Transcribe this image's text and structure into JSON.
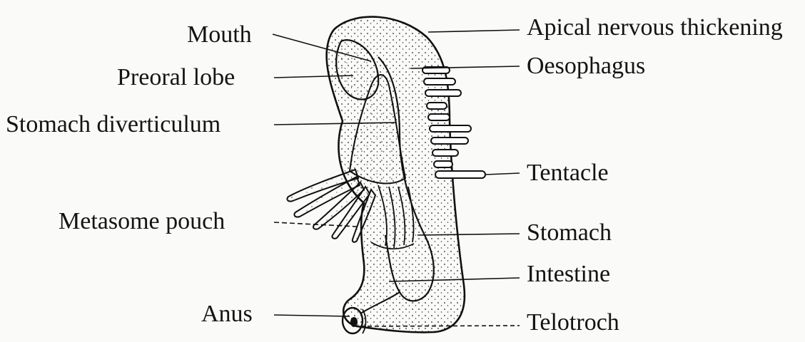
{
  "labels_left": {
    "mouth": "Mouth",
    "preoral_lobe": "Preoral lobe",
    "stomach_diverticulum": "Stomach diverticulum",
    "metasome_pouch": "Metasome pouch",
    "anus": "Anus"
  },
  "labels_right": {
    "apical_nervous_thickening": "Apical nervous thickening",
    "oesophagus": "Oesophagus",
    "tentacle": "Tentacle",
    "stomach": "Stomach",
    "intestine": "Intestine",
    "telotroch": "Telotroch"
  },
  "colors": {
    "ink": "#141414",
    "paper": "#fafaf8"
  }
}
